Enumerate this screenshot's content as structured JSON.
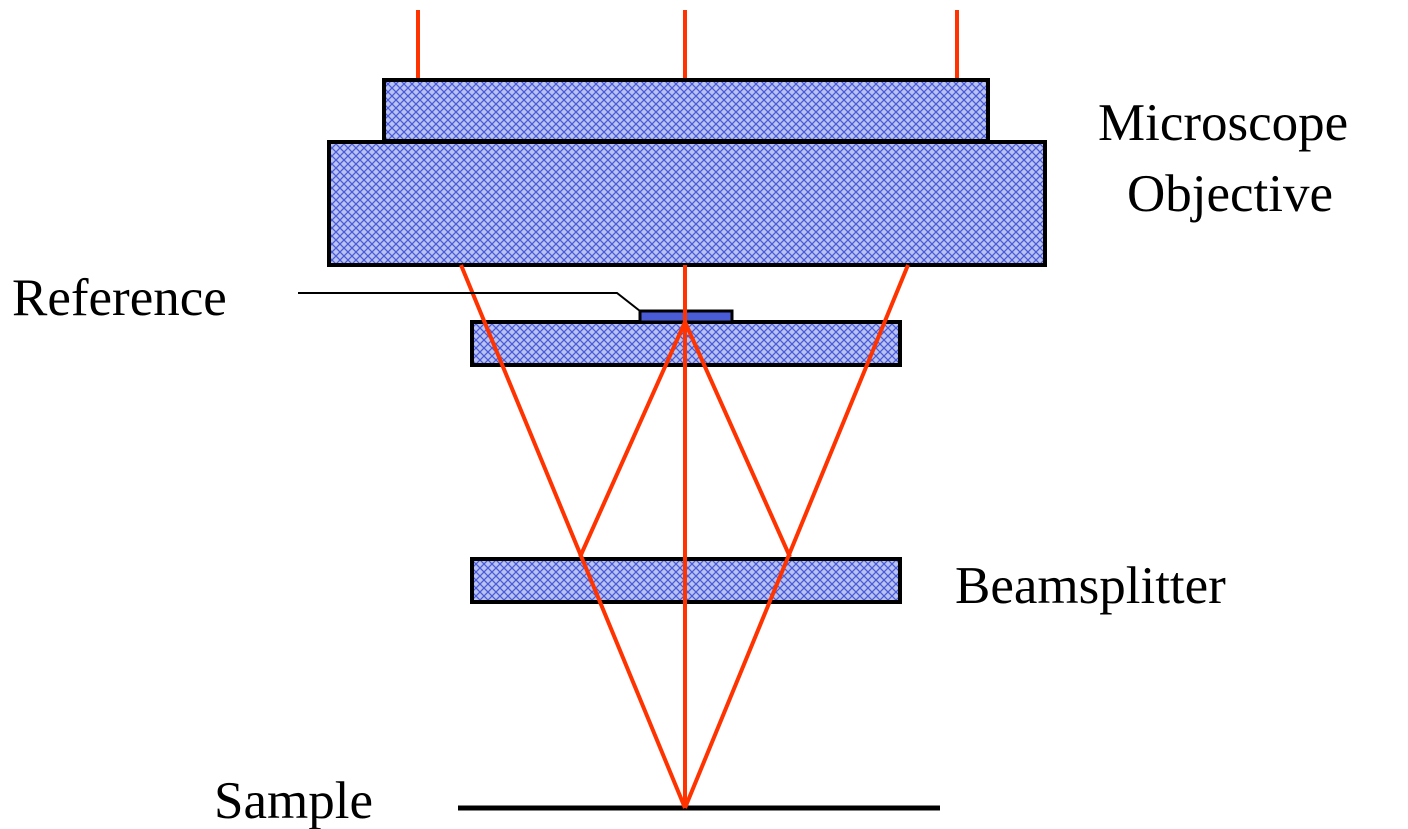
{
  "labels": {
    "objective_line1": "Microscope",
    "objective_line2": "Objective",
    "reference": "Reference",
    "beamsplitter": "Beamsplitter",
    "sample": "Sample"
  },
  "colors": {
    "beam": "#ff3300",
    "glass_fill": "#b9c3f3",
    "glass_hatch": "#4a5bd6",
    "outline": "#000000",
    "background": "#ffffff"
  }
}
